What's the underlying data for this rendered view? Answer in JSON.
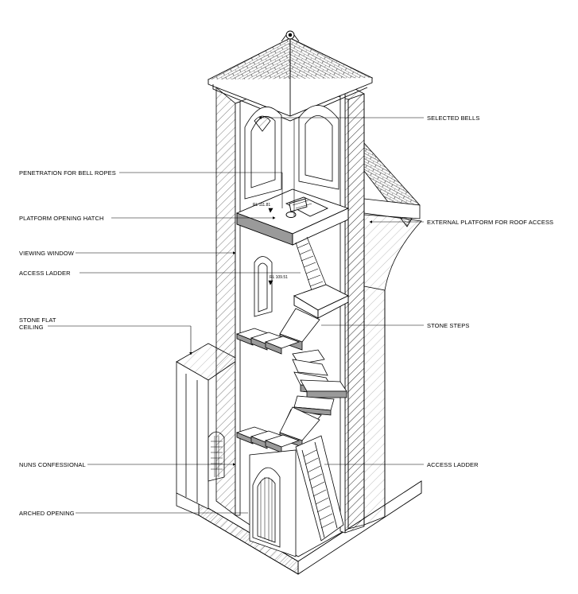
{
  "diagram": {
    "labels_left": {
      "penetration": "PENETRATION FOR BELL ROPES",
      "hatch": "PLATFORM OPENING HATCH",
      "window": "VIEWING WINDOW",
      "ladder": "ACCESS LADDER",
      "ceiling_line1": "STONE FLAT",
      "ceiling_line2": "CEILING",
      "confessional": "NUNS CONFESSIONAL",
      "arched": "ARCHED OPENING"
    },
    "labels_right": {
      "bells": "SELECTED BELLS",
      "platform": "EXTERNAL PLATFORM FOR ROOF ACCESS",
      "steps": "STONE STEPS",
      "ladder": "ACCESS LADDER"
    },
    "levels": {
      "upper": "RL 111.81",
      "middle": "RL 109.51"
    }
  }
}
